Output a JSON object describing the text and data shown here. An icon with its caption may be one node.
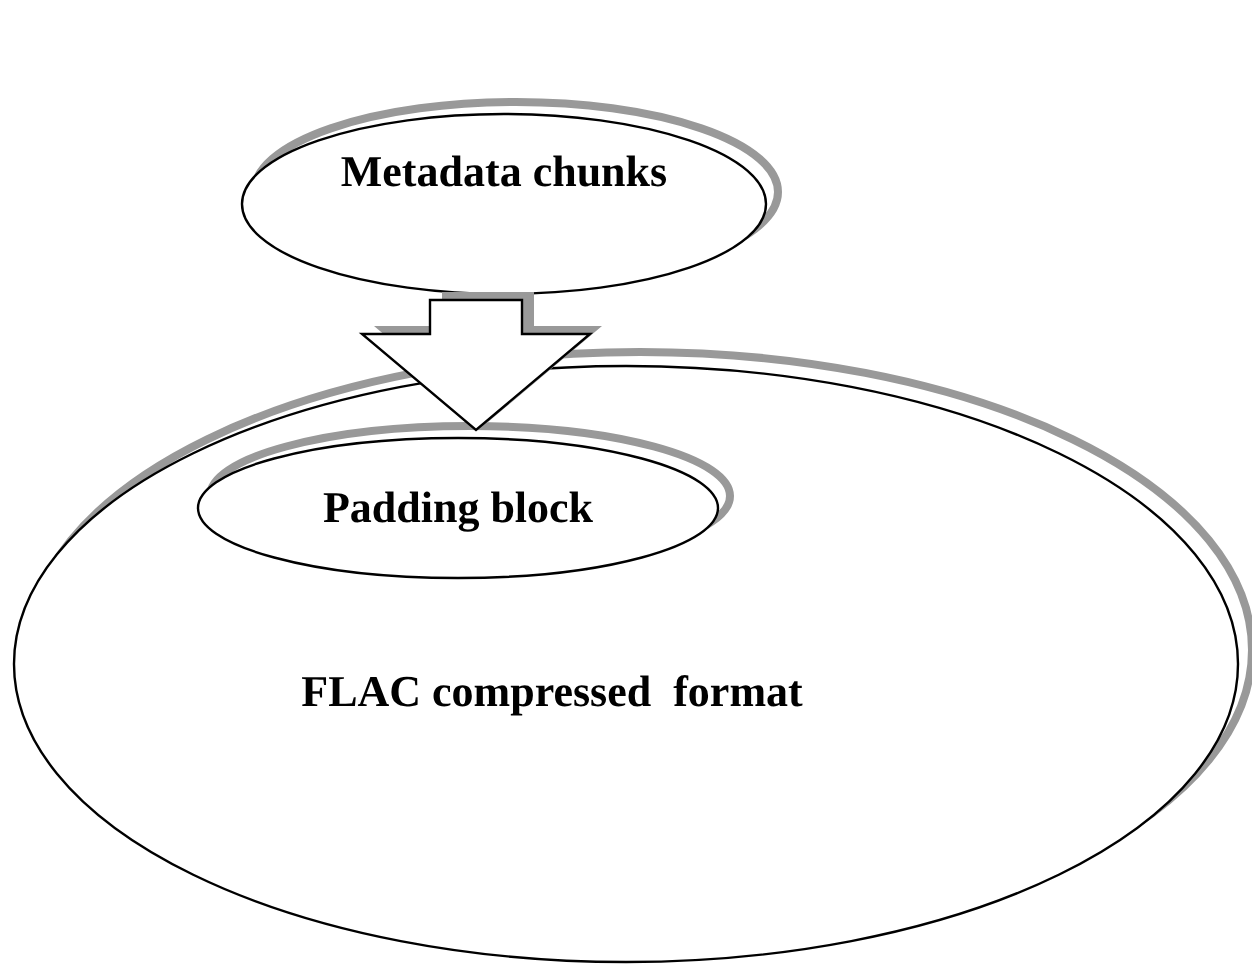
{
  "diagram": {
    "nodes": [
      {
        "text": [
          "Metadata chunks"
        ]
      },
      {
        "text": [
          "FLAC compressed  format"
        ]
      },
      {
        "text": [
          "Padding block"
        ],
        "in": 1
      }
    ],
    "edges": [
      {
        "from": 0,
        "to": 1,
        "arrow": "to"
      }
    ]
  }
}
